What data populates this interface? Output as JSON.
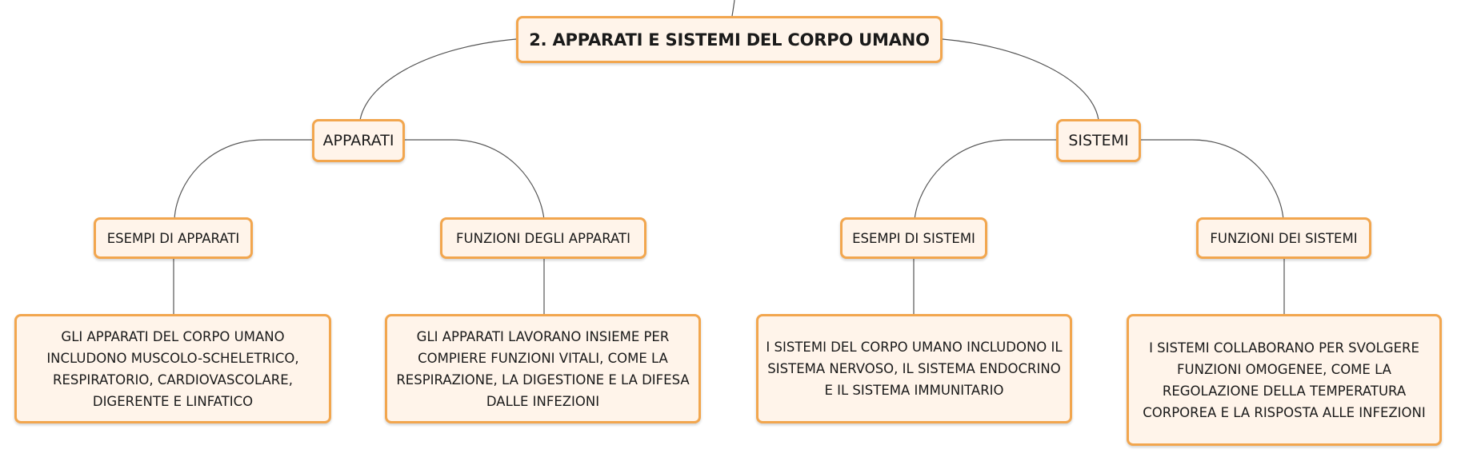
{
  "root": {
    "label": "2. APPARATI E SISTEMI DEL CORPO UMANO"
  },
  "branches": [
    {
      "label": "APPARATI",
      "children": [
        {
          "label": "ESEMPI DI APPARATI",
          "detail": "GLI APPARATI DEL CORPO UMANO INCLUDONO MUSCOLO-SCHELETRICO, RESPIRATORIO, CARDIOVASCOLARE, DIGERENTE E LINFATICO"
        },
        {
          "label": "FUNZIONI DEGLI APPARATI",
          "detail": "GLI APPARATI LAVORANO INSIEME PER COMPIERE FUNZIONI VITALI, COME LA RESPIRAZIONE, LA DIGESTIONE E LA DIFESA DALLE INFEZIONI"
        }
      ]
    },
    {
      "label": "SISTEMI",
      "children": [
        {
          "label": "ESEMPI DI SISTEMI",
          "detail": "I SISTEMI DEL CORPO UMANO INCLUDONO IL SISTEMA NERVOSO, IL SISTEMA ENDOCRINO E IL SISTEMA IMMUNITARIO"
        },
        {
          "label": "FUNZIONI DEI SISTEMI",
          "detail": "I SISTEMI COLLABORANO PER SVOLGERE FUNZIONI OMOGENEE, COME LA REGOLAZIONE DELLA TEMPERATURA CORPOREA E LA RISPOSTA ALLE INFEZIONI"
        }
      ]
    }
  ],
  "colors": {
    "node_fill": "#fff4ea",
    "node_border": "#f2a64e",
    "connector": "#555555"
  }
}
